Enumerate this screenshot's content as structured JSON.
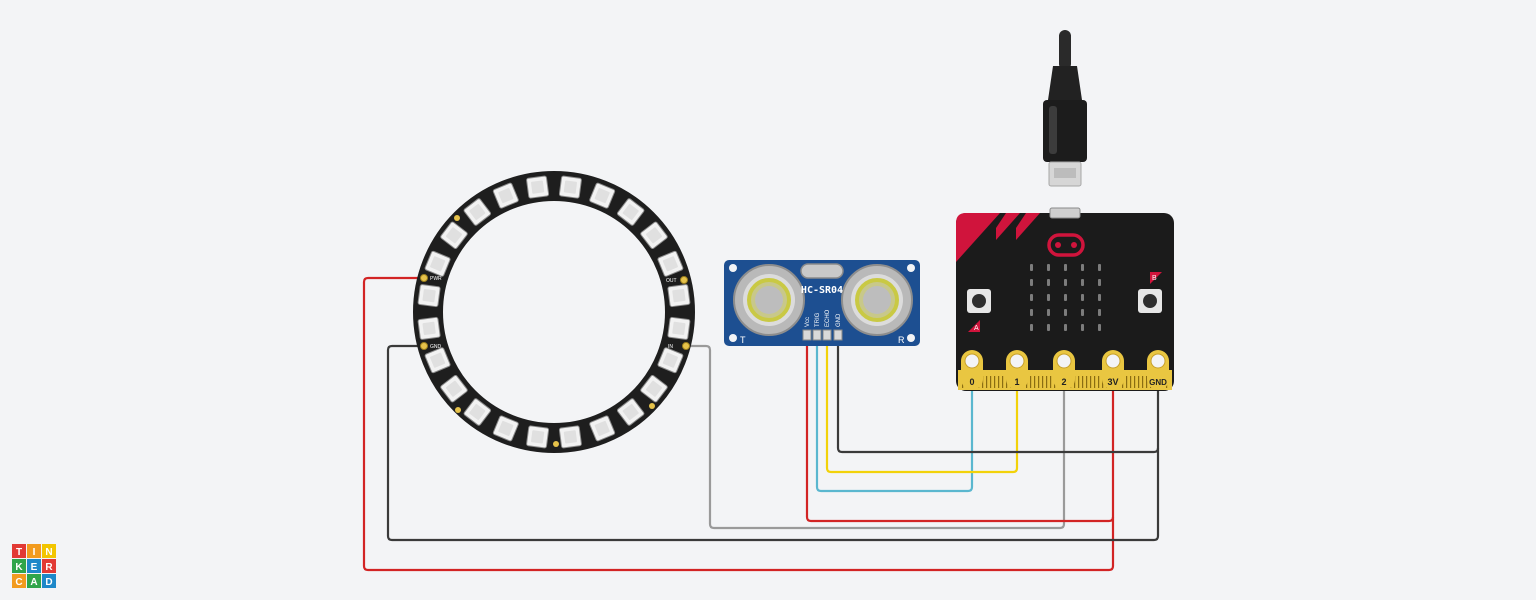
{
  "brand": {
    "logo_letters": [
      "T",
      "I",
      "N",
      "K",
      "E",
      "R",
      "C",
      "A",
      "D"
    ],
    "logo_colors": [
      "#e23a35",
      "#f29b1e",
      "#f2c500",
      "#2fa54a",
      "#1e88c9",
      "#e23a35",
      "#f29b1e",
      "#2fa54a",
      "#1e88c9"
    ]
  },
  "ultrasonic": {
    "title": "HC-SR04",
    "pins": [
      "Vcc",
      "TRIG",
      "ECHO",
      "GND"
    ],
    "left_mark": "T",
    "right_mark": "R"
  },
  "neopixel": {
    "pixel_count": 24,
    "pad_labels": [
      "PWR",
      "GND",
      "IN",
      "OUT"
    ]
  },
  "microbit": {
    "pins": [
      "0",
      "1",
      "2",
      "3V",
      "GND"
    ],
    "button_a": "A",
    "button_b": "B"
  },
  "colors": {
    "background": "#f3f4f6",
    "wire_red": "#d22424",
    "wire_black": "#3a3a3a",
    "wire_gray": "#9a9a9a",
    "wire_yellow": "#f2d20a",
    "wire_blue": "#5ab7cf",
    "board_blue": "#1d4f91",
    "microbit_black": "#1b1b1b",
    "microbit_red": "#d0143c",
    "gold": "#e9c641"
  }
}
